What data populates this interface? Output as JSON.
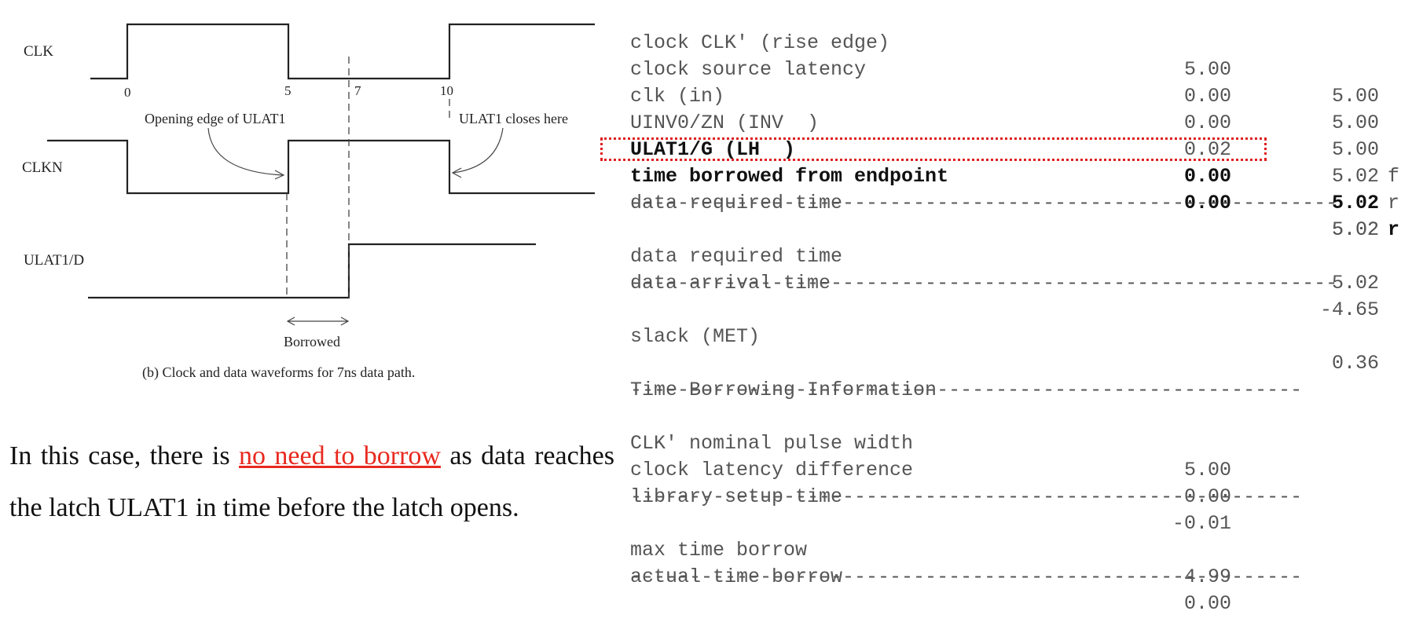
{
  "waveform": {
    "signals": [
      "CLK",
      "CLKN",
      "ULAT1/D"
    ],
    "ticks": [
      "0",
      "5",
      "7",
      "10"
    ],
    "annotation_open": "Opening edge of ULAT1",
    "annotation_close": "ULAT1 closes here",
    "borrowed_label": "Borrowed",
    "caption": "(b) Clock and data waveforms for 7ns data path."
  },
  "explanation": {
    "before": "In this case, there is ",
    "emphasis": "no need to borrow",
    "after": " as data reaches the latch ULAT1 in time before the latch opens."
  },
  "report": {
    "rows": [
      {
        "label": "clock CLK' (rise edge)",
        "incr": "5.00",
        "path": "5.00",
        "flag": ""
      },
      {
        "label": "clock source latency",
        "incr": "0.00",
        "path": "5.00",
        "flag": ""
      },
      {
        "label": "clk (in)",
        "incr": "0.00",
        "path": "5.00",
        "flag": "f"
      },
      {
        "label": "UINV0/ZN (INV  )",
        "incr": "0.02",
        "path": "5.02",
        "flag": "r"
      },
      {
        "label": "ULAT1/G (LH  )",
        "incr": "0.00",
        "path": "5.02",
        "flag": "r"
      },
      {
        "label": "time borrowed from endpoint",
        "incr": "0.00",
        "path": "5.02",
        "flag": ""
      },
      {
        "label": "data required time",
        "incr": "",
        "path": "5.02",
        "flag": ""
      },
      {
        "label": "data required time",
        "incr": "",
        "path": "5.02",
        "flag": ""
      },
      {
        "label": "data arrival time",
        "incr": "",
        "path": "-4.65",
        "flag": ""
      },
      {
        "label": "slack (MET)",
        "incr": "",
        "path": "0.36",
        "flag": ""
      }
    ],
    "borrow_title": "Time Borrowing Information",
    "borrow_rows": [
      {
        "label": "CLK' nominal pulse width",
        "value": "5.00"
      },
      {
        "label": "clock latency difference",
        "value": "-0.00"
      },
      {
        "label": "library setup time",
        "value": "-0.01"
      },
      {
        "label": "max time borrow",
        "value": "4.99"
      },
      {
        "label": "actual time borrow",
        "value": "0.00"
      }
    ],
    "dash_line": "------------------------------------------------------------"
  }
}
